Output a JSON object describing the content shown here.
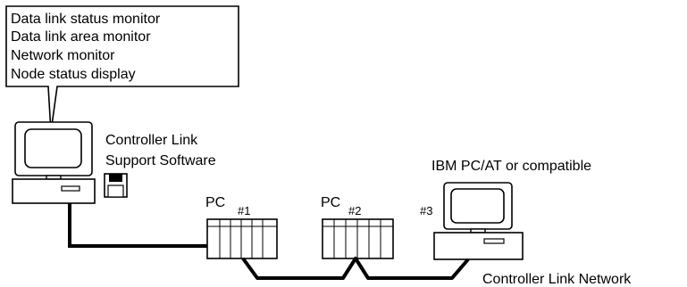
{
  "callout": {
    "lines": [
      "Data link status monitor",
      "Data link area monitor",
      "Network monitor",
      "Node status display"
    ]
  },
  "software_label": {
    "line1": "Controller Link",
    "line2": "Support Software"
  },
  "pc1": {
    "label": "PC",
    "node": "#1"
  },
  "pc2": {
    "label": "PC",
    "node": "#2"
  },
  "computer3": {
    "label": "IBM PC/AT or compatible",
    "node": "#3"
  },
  "network_label": "Controller Link Network"
}
